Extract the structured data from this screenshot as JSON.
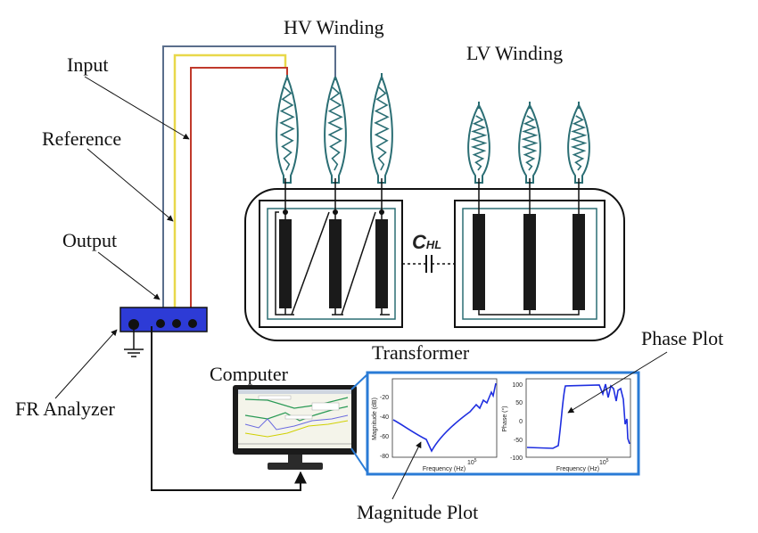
{
  "labels": {
    "hv_winding": "HV Winding",
    "lv_winding": "LV Winding",
    "input": "Input",
    "reference": "Reference",
    "output": "Output",
    "fr_analyzer": "FR Analyzer",
    "transformer": "Transformer",
    "computer": "Computer",
    "phase_plot": "Phase Plot",
    "magnitude_plot": "Magnitude Plot",
    "chl_main": "C",
    "chl_sub": "HL"
  },
  "magnitude_chart": {
    "ylabel": "Magnitude (dB)",
    "xlabel": "Frequency (Hz)",
    "yticks": [
      "-20",
      "-40",
      "-60",
      "-80"
    ],
    "xtick": "10",
    "xtick_exp": "5"
  },
  "phase_chart": {
    "ylabel": "Phase (°)",
    "xlabel": "Frequency (Hz)",
    "yticks": [
      "100",
      "50",
      "0",
      "-50",
      "-100"
    ],
    "xtick": "10",
    "xtick_exp": "5"
  },
  "colors": {
    "accent": "#2a7bd6",
    "analyzer": "#2d3bd6",
    "input_wire": "#c0392b",
    "reference_wire": "#e8d84a",
    "output_wire": "#5a6e8c",
    "bushing": "#2b6e74",
    "winding": "#1a1a1a",
    "plot_line": "#1f2fe0"
  }
}
